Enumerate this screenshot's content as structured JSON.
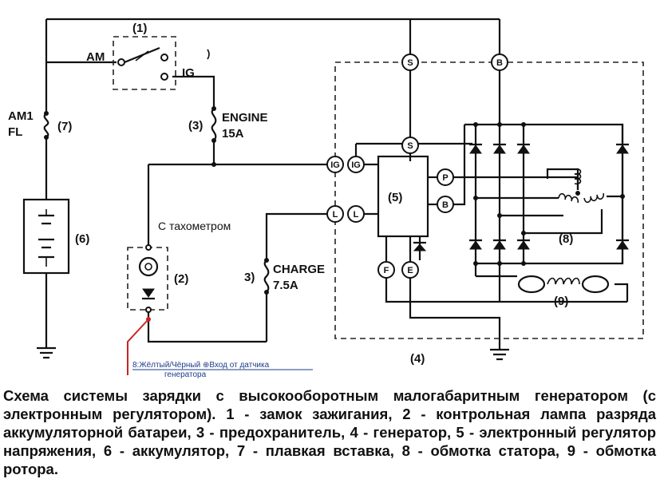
{
  "labels": {
    "component_1": "(1)",
    "am": "AM",
    "ig": "IG",
    "am1": "AM1",
    "fl": "FL",
    "component_7": "(7)",
    "component_3a": "(3)",
    "engine": "ENGINE",
    "engine_amps": "15A",
    "component_6": "(6)",
    "tachometer": "С тахометром",
    "component_2": "(2)",
    "component_3b": "3)",
    "charge": "CHARGE",
    "charge_amps": "7.5A",
    "component_5": "(5)",
    "component_8": "(8)",
    "component_9": "(9)",
    "component_4": "(4)",
    "note_line1": "8:Жёлтый/Чёрный ⊕Вход от датчика",
    "note_line2": "генератора"
  },
  "terminals": {
    "s_top": "S",
    "b_top": "B",
    "ig_left": "IG",
    "ig_right": "IG",
    "s_reg": "S",
    "l_left": "L",
    "l_right": "L",
    "p": "P",
    "b_reg": "B",
    "f": "F",
    "e": "E"
  },
  "caption": "Схема системы зарядки с высокооборотным малогабаритным генератором (с электронным регулятором). 1 - замок зажигания, 2 - контрольная лампа разряда аккумуляторной батареи, 3 - предохранитель, 4 - генератор, 5 - электронный регулятор напряжения, 6 - аккумулятор, 7 - плавкая вставка, 8 - обмотка статора, 9 - обмотка ротора.",
  "colors": {
    "annotation_wire": "#cc2222",
    "annotation_text": "#1a3a8a"
  }
}
